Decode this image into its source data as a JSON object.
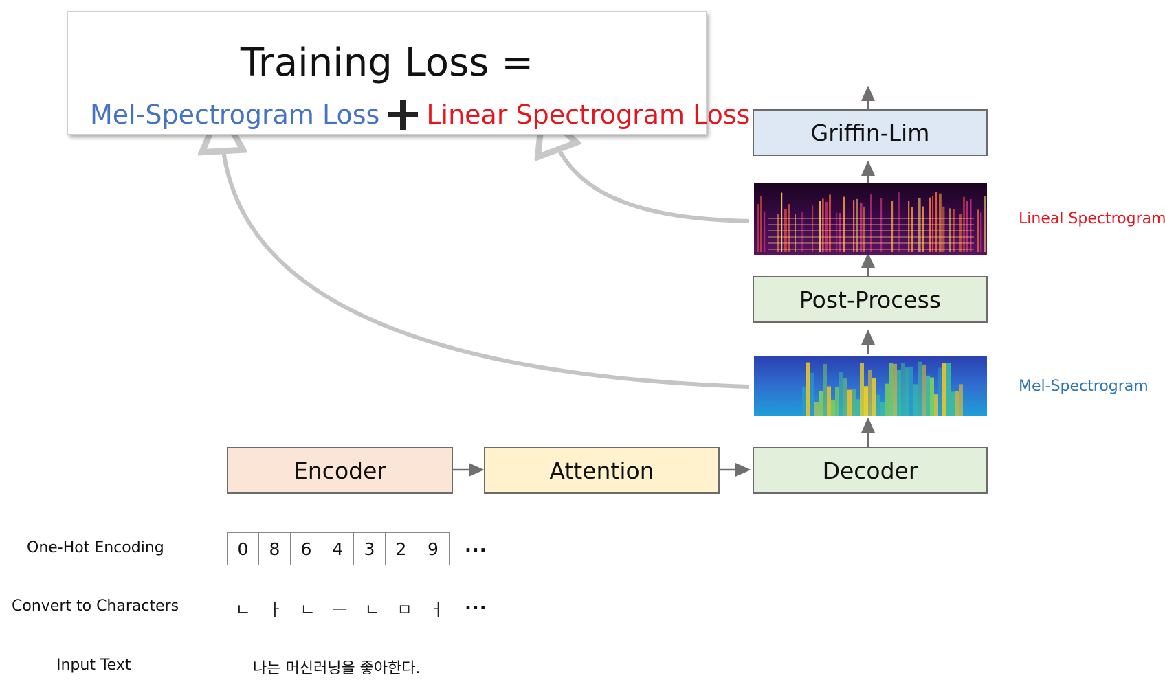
{
  "training_loss": {
    "title": "Training Loss =",
    "mel_loss": "Mel-Spectrogram Loss",
    "linear_loss": "Linear Spectrogram Loss",
    "mel_color": "#4472c4",
    "linear_color": "#e8141c"
  },
  "blocks": {
    "encoder": "Encoder",
    "attention": "Attention",
    "decoder": "Decoder",
    "post_process": "Post-Process",
    "griffin_lim": "Griffin-Lim"
  },
  "side_labels": {
    "linear": "Lineal Spectrogram",
    "mel": "Mel-Spectrogram"
  },
  "rows": {
    "one_hot_label": "One-Hot Encoding",
    "convert_label": "Convert to Characters",
    "input_label": "Input Text",
    "one_hot_values": [
      "0",
      "8",
      "6",
      "4",
      "3",
      "2",
      "9"
    ],
    "characters": [
      "ㄴ",
      "ㅏ",
      "ㄴ",
      "ㅡ",
      "ㄴ",
      "ㅁ",
      "ㅓ"
    ],
    "ellipsis": "...",
    "input_text": "나는 머신러닝을 좋아한다."
  },
  "colors": {
    "encoder_fill": "#fbe5d6",
    "attention_fill": "#fff2cc",
    "decoder_fill": "#e2efda",
    "post_fill": "#e2efda",
    "griffin_fill": "#dde8f4",
    "arrow": "#6f6f6f",
    "curve": "#c8c8c8"
  }
}
